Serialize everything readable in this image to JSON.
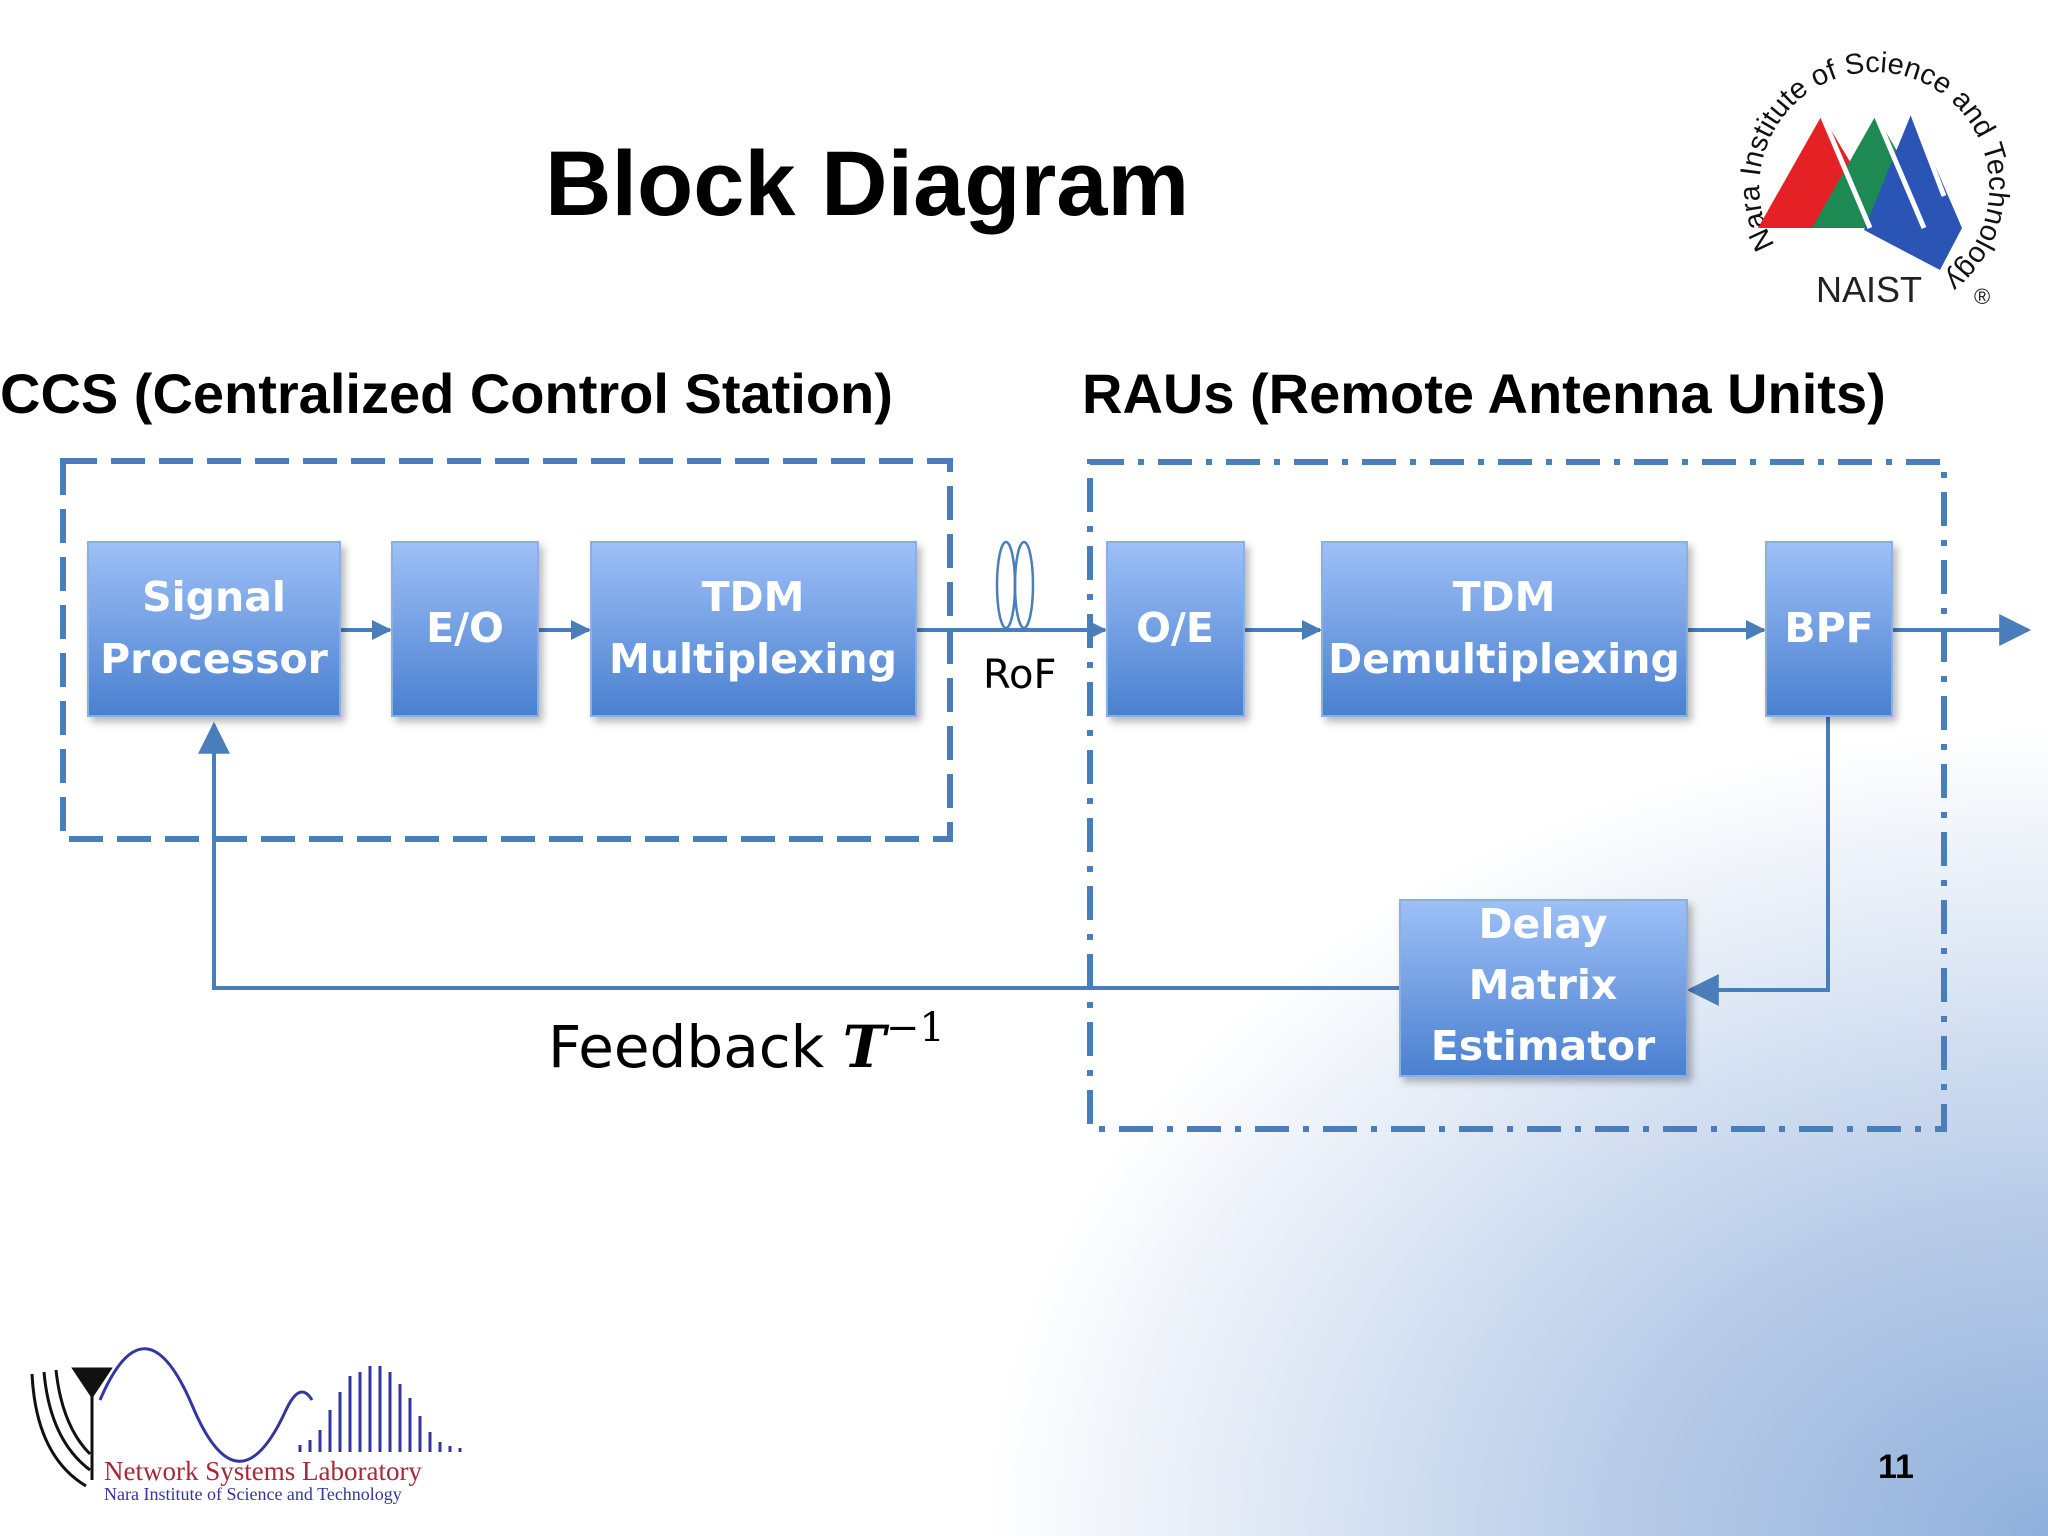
{
  "slide": {
    "title": "Block Diagram",
    "page_number": "11"
  },
  "sections": {
    "ccs": "CCS (Centralized Control Station)",
    "rau": "RAUs (Remote Antenna Units)"
  },
  "blocks": {
    "signal_processor": [
      "Signal",
      "Processor"
    ],
    "eo": "E/O",
    "tdm_mux": [
      "TDM",
      "Multiplexing"
    ],
    "oe": "O/E",
    "tdm_demux": [
      "TDM",
      "Demultiplexing"
    ],
    "bpf": "BPF",
    "delay_estimator": [
      "Delay",
      "Matrix",
      "Estimator"
    ]
  },
  "labels": {
    "rof": "RoF",
    "feedback": "Feedback ",
    "feedback_symbol": "T",
    "feedback_exponent": "−1"
  },
  "logos": {
    "naist_ring": "Nara Institute of Science and Technology",
    "naist_name": "NAIST",
    "naist_registered": "®",
    "lab_name": "Network Systems Laboratory",
    "lab_institute": "Nara Institute of Science and Technology"
  },
  "colors": {
    "block_top": "#9dc0f7",
    "block_bottom": "#4a80cf",
    "connector": "#4a7ebb",
    "logo_red": "#e42226",
    "logo_green": "#1d8a54",
    "logo_blue": "#2a55b4",
    "lab_text": "#a8283a",
    "lab_wave": "#3335a0"
  }
}
